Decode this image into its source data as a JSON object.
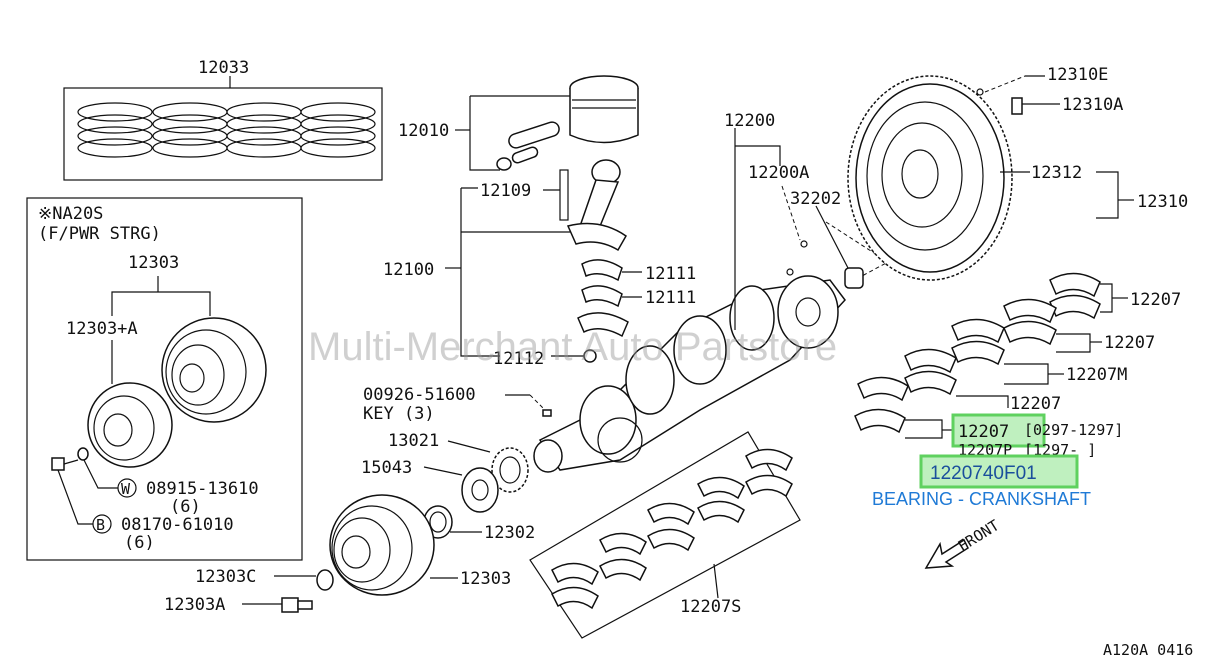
{
  "colors": {
    "highlight_border": "#5fd15f",
    "highlight_fill": "#bff0bf",
    "caption": "#1f7ad6",
    "part_number_highlight": "#1a4f9c"
  },
  "labels": {
    "l12033": "12033",
    "l12010": "12010",
    "l12109": "12109",
    "l12100": "12100",
    "l12111a": "12111",
    "l12111b": "12111",
    "l12112": "12112",
    "l12200": "12200",
    "l12200a": "12200A",
    "l32202": "32202",
    "l12310e": "12310E",
    "l12310a": "12310A",
    "l12312": "12312",
    "l12310": "12310",
    "l12207a": "12207",
    "l12207b": "12207",
    "l12207m": "12207M",
    "l12207c": "12207",
    "l12207d": "12207",
    "l12207d_range": "[0297-1297]",
    "l12207p": "12207P",
    "l12207p_range": "[1297-      ]",
    "l12207s": "12207S",
    "l00926": "00926-51600",
    "key": "KEY  (3)",
    "l13021": "13021",
    "l15043": "15043",
    "l12302": "12302",
    "l12303": "12303",
    "l12303c": "12303C",
    "l12303a": "12303A",
    "inset_title1": "※NA20S",
    "inset_title2": "(F/PWR STRG)",
    "inset_12303": "12303",
    "inset_12303a": "12303+A",
    "w_code": "W",
    "w_part": "08915-13610",
    "w_qty": "(6)",
    "b_code": "B",
    "b_part": "08170-61010",
    "b_qty": "(6)",
    "front": "FRONT",
    "figure_code": "A120A 0416"
  },
  "highlight": {
    "part_number": "1220740F01",
    "caption": "BEARING - CRANKSHAFT"
  },
  "watermark": "Multi-Merchant Auto Partstore"
}
